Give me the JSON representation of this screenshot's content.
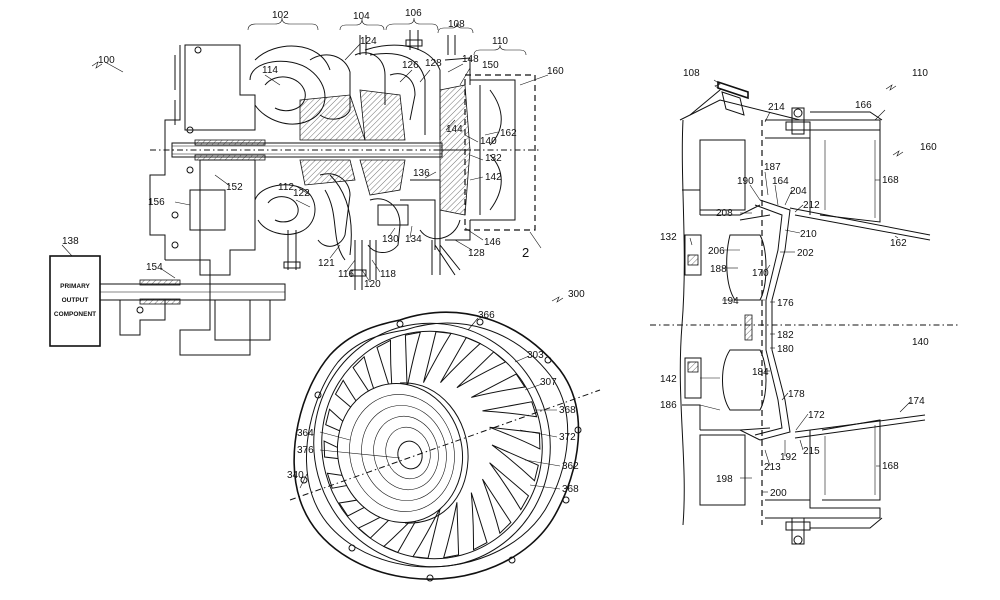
{
  "figures": {
    "fig1": {
      "assembly": "100",
      "box_text": [
        "PRIMARY",
        "OUTPUT",
        "COMPONENT"
      ],
      "box_ref": "138",
      "detail_ref": "2",
      "refs": [
        "102",
        "104",
        "106",
        "108",
        "110",
        "160",
        "114",
        "124",
        "126",
        "128",
        "148",
        "150",
        "144",
        "140",
        "162",
        "132",
        "142",
        "136",
        "146",
        "128",
        "152",
        "156",
        "112",
        "122",
        "154",
        "121",
        "116",
        "118",
        "120",
        "130",
        "134"
      ]
    },
    "fig2": {
      "assembly": "300",
      "refs": [
        "366",
        "303",
        "307",
        "368",
        "372",
        "362",
        "368",
        "364",
        "376",
        "340"
      ]
    },
    "fig3": {
      "refs": [
        "108",
        "110",
        "166",
        "160",
        "214",
        "168",
        "187",
        "190",
        "164",
        "204",
        "212",
        "208",
        "210",
        "162",
        "132",
        "206",
        "202",
        "188",
        "170",
        "194",
        "176",
        "182",
        "140",
        "180",
        "142",
        "184",
        "186",
        "178",
        "172",
        "174",
        "215",
        "192",
        "213",
        "168",
        "198",
        "200"
      ]
    }
  }
}
